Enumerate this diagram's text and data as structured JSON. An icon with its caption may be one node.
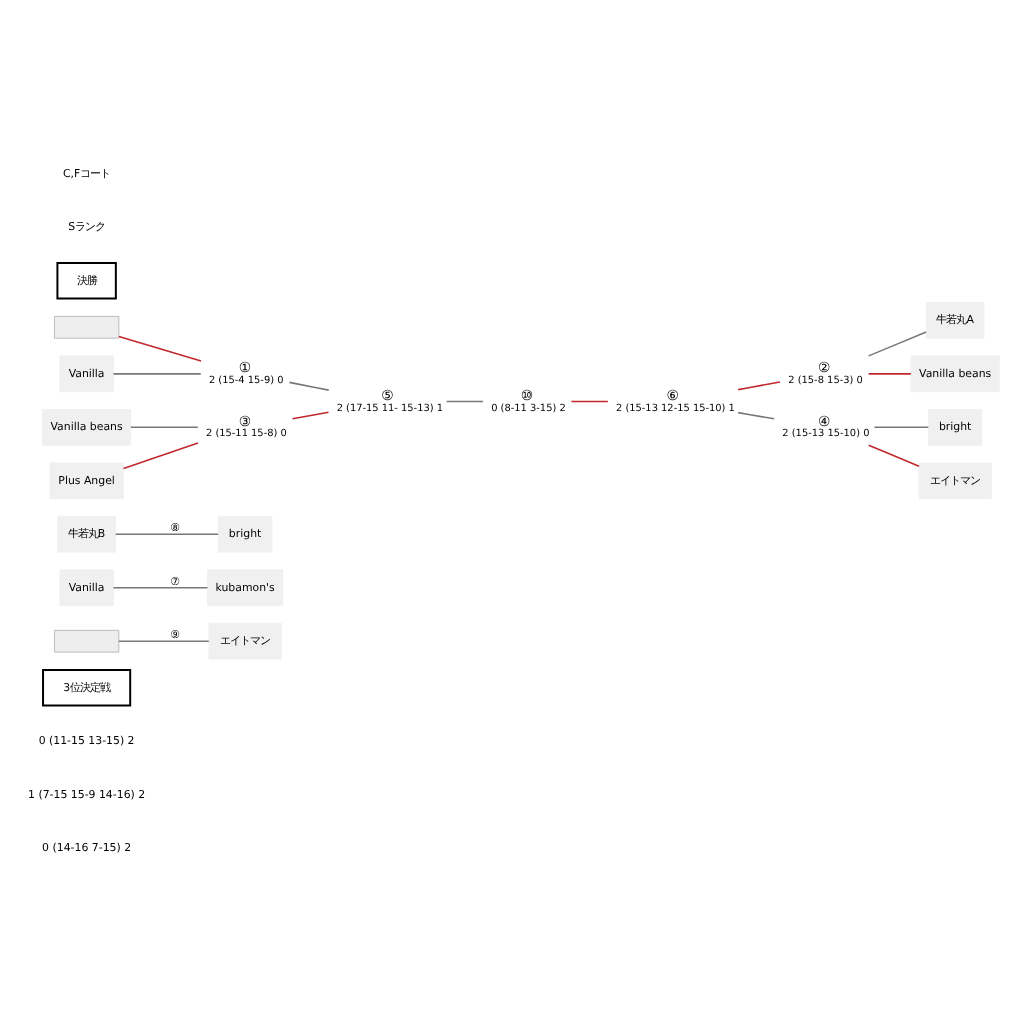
{
  "diagram": {
    "nodes": [
      {
        "text": [
          "決勝"
        ]
      },
      {
        "text": [],
        "shape": "box"
      },
      {
        "text": [
          "Vanilla"
        ]
      },
      {
        "text": [
          "Vanilla beans"
        ]
      },
      {
        "text": [
          "Plus Angel"
        ]
      },
      {
        "text": [
          "牛若丸A"
        ]
      },
      {
        "text": [
          "Vanilla beans"
        ]
      },
      {
        "text": [
          "bright"
        ]
      },
      {
        "text": [
          "エイトマン"
        ]
      },
      {
        "text": [
          "①"
        ],
        "beside": [
          "2 (15-4 15-9) 0"
        ]
      },
      {
        "text": [
          "③"
        ],
        "beside": [
          "2 (15-11 15-8) 0"
        ]
      },
      {
        "text": [
          "②"
        ],
        "beside": [
          "2 (15-8 15-3) 0"
        ]
      },
      {
        "text": [
          "④"
        ],
        "beside": [
          "2 (15-13 15-10) 0"
        ]
      },
      {
        "text": [
          "⑤"
        ],
        "beside": [
          "2 (17-15 11- 15-13) 1"
        ]
      },
      {
        "text": [
          "⑥"
        ],
        "beside": [
          "2 (15-13 12-15 15-10) 1"
        ]
      },
      {
        "text": [
          "⑩"
        ],
        "beside": [
          "0 (8-11 3-15) 2"
        ]
      },
      {
        "text": [
          "3位決定戦"
        ]
      },
      {
        "text": [],
        "shape": "box"
      },
      {
        "text": [
          "エイトマン"
        ]
      },
      {
        "text": [
          "Vanilla"
        ]
      },
      {
        "text": [
          "kubamon's"
        ]
      },
      {
        "text": [
          "牛若丸B"
        ]
      },
      {
        "text": [
          "bright"
        ]
      }
    ],
    "edges": [
      {
        "from": 1,
        "to": 9,
        "arrow": "none",
        "color": "#c0282d"
      },
      {
        "from": 2,
        "to": 9,
        "arrow": "none"
      },
      {
        "from": 3,
        "to": 10,
        "arrow": "none"
      },
      {
        "from": 4,
        "to": 10,
        "arrow": "none",
        "color": "#c0282d"
      },
      {
        "from": 9,
        "to": 13,
        "arrow": "none"
      },
      {
        "from": 10,
        "to": 13,
        "arrow": "none",
        "color": "#c0282d"
      },
      {
        "from": 13,
        "to": 15,
        "arrow": "none"
      },
      {
        "from": 15,
        "to": 14,
        "arrow": "none",
        "color": "#c0282d"
      },
      {
        "from": 14,
        "to": 11,
        "arrow": "none",
        "color": "#c0282d"
      },
      {
        "from": 14,
        "to": 12,
        "arrow": "none"
      },
      {
        "from": 11,
        "to": 5,
        "arrow": "none"
      },
      {
        "from": 11,
        "to": 6,
        "arrow": "none",
        "color": "#c0282d"
      },
      {
        "from": 12,
        "to": 7,
        "arrow": "none"
      },
      {
        "from": 12,
        "to": 8,
        "arrow": "none",
        "color": "#c0282d"
      },
      {
        "from": 17,
        "to": 18,
        "arrow": "none",
        "label": "⑨"
      },
      {
        "from": 19,
        "to": 20,
        "arrow": "none",
        "label": "⑦"
      },
      {
        "from": 21,
        "to": 22,
        "arrow": "none",
        "label": "⑧"
      }
    ],
    "labels": [
      "Sランク",
      "C,Fコート",
      "0 (14-16 7-15) 2",
      "1 (7-15 15-9 14-16) 2",
      "0 (11-15 13-15) 2"
    ]
  }
}
